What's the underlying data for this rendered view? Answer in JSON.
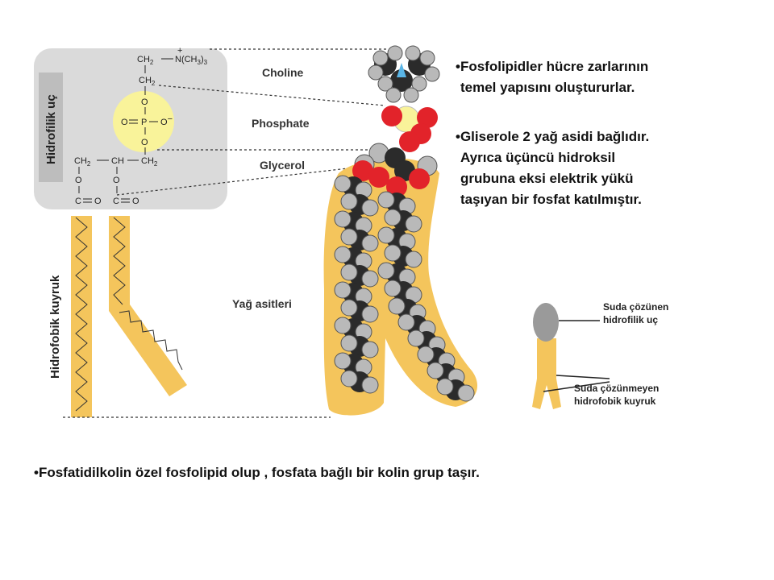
{
  "bullets": {
    "b1": {
      "l1": "•Fosfolipidler hücre zarlarının",
      "l2": "temel yapısını oluştururlar."
    },
    "b2": {
      "l1": "•Gliserole 2 yağ asidi bağlıdır.",
      "l2": "Ayrıca üçüncü hidroksil",
      "l3": "grubuna eksi elektrik yükü",
      "l4": "taşıyan bir fosfat katılmıştır."
    },
    "b3": "•Fosfatidilkolin özel fosfolipid olup , fosfata bağlı bir kolin grup taşır."
  },
  "diagram": {
    "hydrophilic_label": "Hidrofilik uç",
    "hydrophobic_label": "Hidrofobik kuyruk",
    "choline": "Choline",
    "phosphate": "Phosphate",
    "glycerol": "Glycerol",
    "fatty_acids": "Yağ asitleri",
    "formula": {
      "ch2_top": "CH",
      "n_group": "N(CH",
      "n_tail": ")",
      "plus": "+",
      "ch2_mid": "CH",
      "o1": "O",
      "p_left": "O",
      "p": "P",
      "p_right": "O",
      "minus": "−",
      "o2": "O",
      "g_ch2_left": "CH",
      "g_ch": "CH",
      "g_ch2_right": "CH",
      "o3": "O",
      "o4": "O",
      "c1": "C",
      "o5": "O",
      "c2": "C",
      "o6": "O",
      "sub2": "2",
      "sub3": "3"
    },
    "legend": {
      "head_l1": "Suda çözünen",
      "head_l2": "hidrofilik uç",
      "tail_l1": "Suda çözünmeyen",
      "tail_l2": "hidrofobik kuyruk"
    }
  },
  "colors": {
    "box_gray": "#dadada",
    "tail_yellow": "#f4c55c",
    "phosphate_yellow": "#f9f39a",
    "oxygen_red": "#e2232a",
    "carbon_dark": "#2b2b2b",
    "hydrogen_gray": "#b9b9b9"
  }
}
